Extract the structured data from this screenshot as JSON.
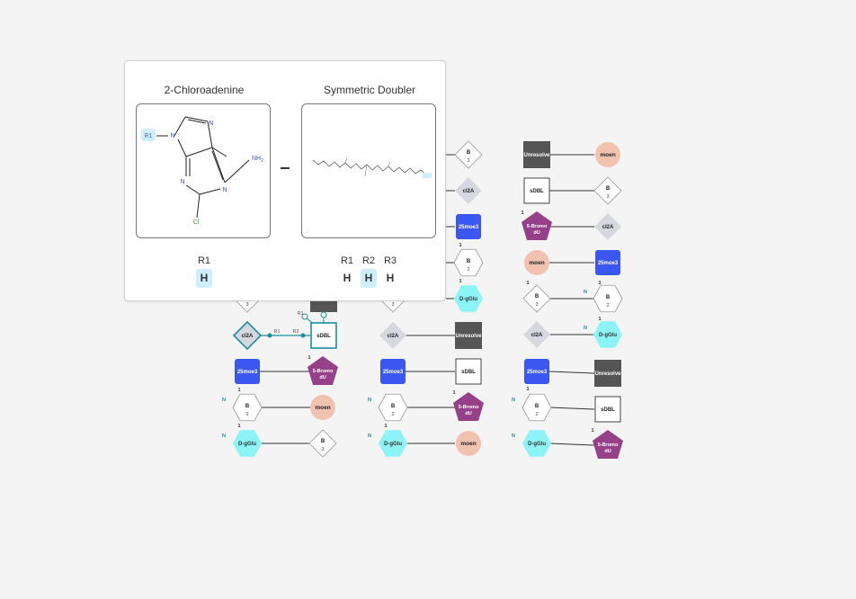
{
  "colors": {
    "unresolved": "#555555",
    "moen": "#f2c2b0",
    "moe3": "#3b57f2",
    "bromo": "#96408a",
    "dglu": "#8cf4f7",
    "cl2a": "#d7d7df",
    "selected": "#1c8f9c",
    "rgroup_bg": "#cdeefa"
  },
  "monomers": {
    "unresolved": "Unresolve",
    "moen": "moen",
    "moe3": "25moe3",
    "bromo_line1": "5-Bromo",
    "bromo_line2": "dU",
    "dglu": "D-gGlu",
    "cl2a": "cl2A",
    "sdbl": "sDBL",
    "b": "B",
    "num_2": "2",
    "num_3": "3",
    "marker_n": "N",
    "marker_1": "1"
  },
  "attachment_labels": {
    "r1": "R1",
    "r2": "R2"
  },
  "preview": {
    "left_title": "2-Chloroadenine",
    "right_title": "Symmetric Doubler",
    "left_rgroups": [
      {
        "label": "R1",
        "value": "H",
        "highlight": true
      }
    ],
    "right_rgroups": [
      {
        "label": "R1",
        "value": "H",
        "highlight": false
      },
      {
        "label": "R2",
        "value": "H",
        "highlight": true
      },
      {
        "label": "R3",
        "value": "H",
        "highlight": false
      }
    ],
    "atoms": {
      "r1": "R1",
      "n": "N",
      "nh2": "NH",
      "nh2_sub": "2",
      "cl": "Cl"
    }
  }
}
